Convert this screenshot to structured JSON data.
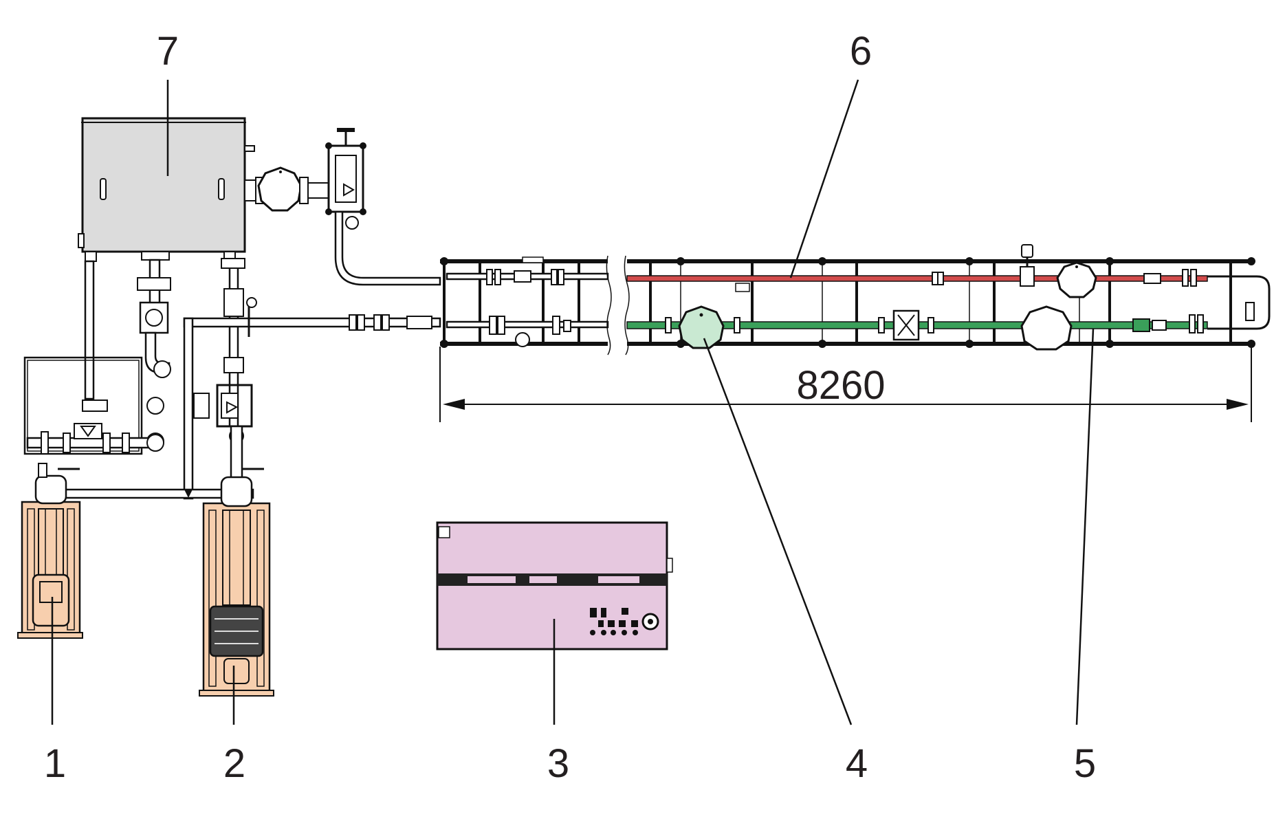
{
  "callouts": {
    "c1": "1",
    "c2": "2",
    "c3": "3",
    "c4": "4",
    "c5": "5",
    "c6": "6",
    "c7": "7"
  },
  "dimension": "8260",
  "colors": {
    "tank": "#dcdcdc",
    "pump": "#f7cfae",
    "control_cabinet": "#e6c8df",
    "return_line": "#d14b4b",
    "supply_line": "#3aa05a",
    "filter": "#c9e9d2"
  }
}
